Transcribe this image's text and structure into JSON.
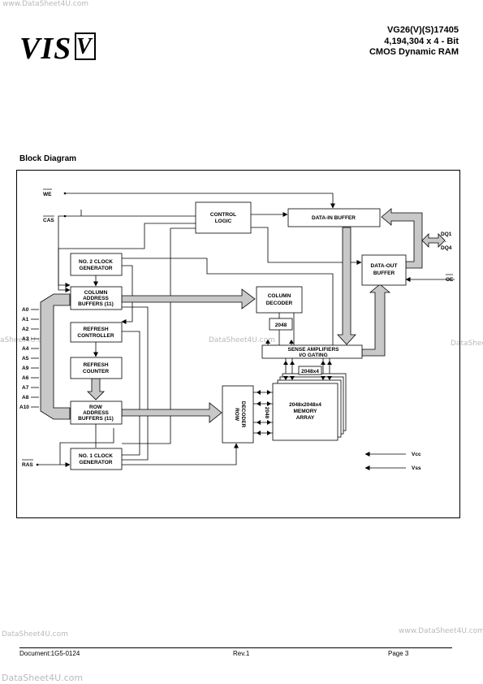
{
  "watermarks": {
    "top": "www.DataSheet4U.com",
    "mid_left": "aSheet4U.com",
    "mid_center": "DataSheet4U.com",
    "mid_right": "DataShee",
    "bottom_left": "DataSheet4U.com",
    "bottom_right": "www.DataSheet4U.com",
    "bottom_corner": "DataSheet4U.com"
  },
  "header": {
    "logo": "VIS",
    "logo_mark": "V",
    "part_number": "VG26(V)(S)17405",
    "organization": "4,194,304 x 4 - Bit",
    "device_type": "CMOS Dynamic RAM"
  },
  "section_title": "Block Diagram",
  "diagram": {
    "blocks": {
      "control_logic": [
        "CONTROL",
        "LOGIC"
      ],
      "data_in_buffer": [
        "DATA-IN BUFFER"
      ],
      "data_out_buffer": [
        "DATA-OUT",
        "BUFFER"
      ],
      "no2_clock": [
        "NO. 2 CLOCK",
        "GENERATOR"
      ],
      "column_address": [
        "COLUMN",
        "ADDRESS",
        "BUFFERS (11)"
      ],
      "column_decoder": [
        "COLUMN",
        "DECODER"
      ],
      "refresh_controller": [
        "REFRESH",
        "CONTROLLER"
      ],
      "refresh_counter": [
        "REFRESH",
        "COUNTER"
      ],
      "row_address": [
        "ROW",
        "ADDRESS",
        "BUFFERS (11)"
      ],
      "row_decoder": [
        "ROW",
        "DECODER"
      ],
      "no1_clock": [
        "NO. 1 CLOCK",
        "GENERATOR"
      ],
      "sense_amps": [
        "SENSE AMPLIFIERS",
        "I/O GATING"
      ],
      "memory_array": [
        "2048x2048x4",
        "MEMORY",
        "ARRAY"
      ]
    },
    "bus_labels": {
      "col_bus": "2048",
      "array_width": "2048x4",
      "row_bus": "2048"
    },
    "signals": {
      "we": "WE",
      "cas": "CAS",
      "ras": "RAS",
      "oe": "OE",
      "dq1": "DQ1",
      "dq_dot": ".",
      "dq4": "DQ4",
      "vcc": "Vcc",
      "vss": "Vss"
    },
    "address_pins": [
      "A0",
      "A1",
      "A2",
      "A3",
      "A4",
      "A5",
      "A6",
      "A7",
      "A8",
      "A9",
      "A10"
    ]
  },
  "footer": {
    "document": "Document:1G5-0124",
    "revision": "Rev.1",
    "page": "Page 3"
  }
}
